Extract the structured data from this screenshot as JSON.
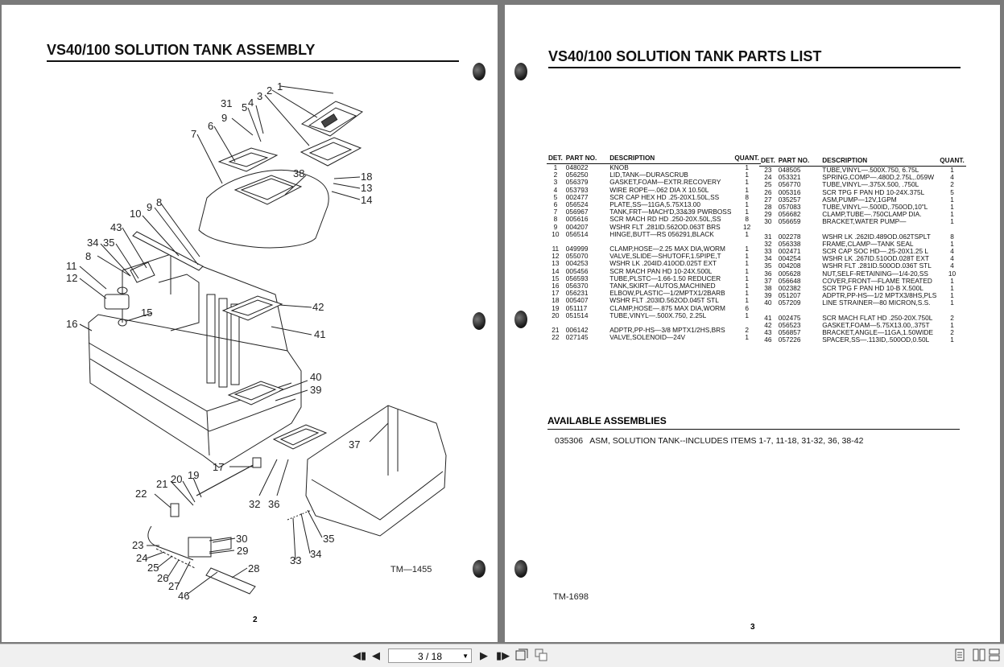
{
  "left_page": {
    "title": "VS40/100 SOLUTION TANK ASSEMBLY",
    "tm_code": "TM—1455",
    "page_number": "2",
    "callouts": [
      "1",
      "2",
      "3",
      "31",
      "5",
      "4",
      "9",
      "6",
      "7",
      "38",
      "18",
      "13",
      "14",
      "43",
      "10",
      "9",
      "8",
      "34",
      "35",
      "8",
      "11",
      "12",
      "15",
      "16",
      "42",
      "41",
      "40",
      "39",
      "37",
      "17",
      "21",
      "20",
      "19",
      "22",
      "32",
      "36",
      "30",
      "23",
      "29",
      "24",
      "25",
      "28",
      "26",
      "27",
      "46",
      "35",
      "34",
      "33"
    ]
  },
  "right_page": {
    "title": "VS40/100 SOLUTION TANK PARTS LIST",
    "headers": {
      "det": "DET.",
      "part": "PART NO.",
      "desc": "DESCRIPTION",
      "quant": "QUANT."
    },
    "parts_left": [
      [
        "1",
        "048022",
        "KNOB",
        "1"
      ],
      [
        "2",
        "056250",
        "LID,TANK—DURASCRUB",
        "1"
      ],
      [
        "3",
        "056379",
        "GASKET,FOAM—EXTR.RECOVERY",
        "1"
      ],
      [
        "4",
        "053793",
        "WIRE ROPE—.062 DIA X 10.50L",
        "1"
      ],
      [
        "5",
        "002477",
        "SCR CAP HEX HD .25-20X1.50L,SS",
        "8"
      ],
      [
        "6",
        "056524",
        "PLATE,SS—11GA,5.75X13.00",
        "1"
      ],
      [
        "7",
        "056967",
        "TANK,FRT—MACH'D,33&39 PWRBOSS",
        "1"
      ],
      [
        "8",
        "005616",
        "SCR MACH RD HD .250-20X.50L,SS",
        "8"
      ],
      [
        "9",
        "004207",
        "WSHR FLT .281ID.562OD.063T BRS",
        "12"
      ],
      [
        "10",
        "056514",
        "HINGE,BUTT—RS 056291,BLACK",
        "1"
      ],
      [
        "",
        "",
        "",
        ""
      ],
      [
        "11",
        "049999",
        "CLAMP,HOSE—2.25 MAX DIA,WORM",
        "1"
      ],
      [
        "12",
        "055070",
        "VALVE,SLIDE—SHUTOFF,1.5PIPE,T",
        "1"
      ],
      [
        "13",
        "004253",
        "WSHR LK .204ID.410OD.025T EXT",
        "1"
      ],
      [
        "14",
        "005456",
        "SCR MACH PAN HD 10-24X.500L",
        "1"
      ],
      [
        "15",
        "056593",
        "TUBE,PLSTC—1.66-1.50 REDUCER",
        "1"
      ],
      [
        "16",
        "056370",
        "TANK,SKIRT—AUTOS,MACHINED",
        "1"
      ],
      [
        "17",
        "056231",
        "ELBOW,PLASTIC—1/2MPTX1/2BARB",
        "1"
      ],
      [
        "18",
        "005407",
        "WSHR FLT .203ID.562OD.045T STL",
        "1"
      ],
      [
        "19",
        "051117",
        "CLAMP,HOSE—.875 MAX DIA,WORM",
        "6"
      ],
      [
        "20",
        "051514",
        "TUBE,VINYL—.500X.750, 2.25L",
        "1"
      ],
      [
        "",
        "",
        "",
        ""
      ],
      [
        "21",
        "006142",
        "ADPTR,PP-HS—3/8 MPTX1/2HS,BRS",
        "2"
      ],
      [
        "22",
        "027145",
        "VALVE,SOLENOID—24V",
        "1"
      ]
    ],
    "parts_right": [
      [
        "23",
        "048505",
        "TUBE,VINYL—.500X.750, 6.75L",
        "1"
      ],
      [
        "24",
        "053321",
        "SPRING,COMP—.480D,2.75L,.059W",
        "4"
      ],
      [
        "25",
        "056770",
        "TUBE,VINYL—.375X.500, .750L",
        "2"
      ],
      [
        "26",
        "005316",
        "SCR TPG F PAN HD 10-24X.375L",
        "5"
      ],
      [
        "27",
        "035257",
        "ASM,PUMP—12V,1GPM",
        "1"
      ],
      [
        "28",
        "057083",
        "TUBE,VINYL—.500ID,.750OD,10\"L",
        "1"
      ],
      [
        "29",
        "056682",
        "CLAMP,TUBE—.750CLAMP DIA.",
        "1"
      ],
      [
        "30",
        "056659",
        "BRACKET,WATER PUMP—",
        "1"
      ],
      [
        "",
        "",
        "",
        ""
      ],
      [
        "31",
        "002278",
        "WSHR LK .262ID.489OD.062TSPLT",
        "8"
      ],
      [
        "32",
        "056338",
        "FRAME,CLAMP—TANK SEAL",
        "1"
      ],
      [
        "33",
        "002471",
        "SCR CAP SOC HD—.25-20X1.25 L",
        "4"
      ],
      [
        "34",
        "004254",
        "WSHR LK .267ID.510OD.028T EXT",
        "4"
      ],
      [
        "35",
        "004208",
        "WSHR FLT .281ID.500OD.036T STL",
        "4"
      ],
      [
        "36",
        "005628",
        "NUT,SELF-RETAINING—1/4-20,SS",
        "10"
      ],
      [
        "37",
        "056648",
        "COVER,FRONT—FLAME TREATED",
        "1"
      ],
      [
        "38",
        "002382",
        "SCR TPG F PAN HD 10-B X.500L",
        "1"
      ],
      [
        "39",
        "051207",
        "ADPTR,PP-HS—1/2 MPTX3/8HS,PLS",
        "1"
      ],
      [
        "40",
        "057209",
        "LINE STRAINER—80 MICRON,S.S.",
        "1"
      ],
      [
        "",
        "",
        "",
        ""
      ],
      [
        "41",
        "002475",
        "SCR MACH FLAT HD .250-20X.750L",
        "2"
      ],
      [
        "42",
        "056523",
        "GASKET,FOAM—5.75X13.00,.375T",
        "1"
      ],
      [
        "43",
        "056857",
        "BRACKET,ANGLE—11GA,1.50WIDE",
        "2"
      ],
      [
        "46",
        "057226",
        "SPACER,SS—.113ID,.500OD,0.50L",
        "1"
      ]
    ],
    "assemblies_heading": "AVAILABLE ASSEMBLIES",
    "assemblies_text": "035306   ASM, SOLUTION TANK--INCLUDES ITEMS 1-7, 11-18, 31-32, 36, 38-42",
    "tm_code": "TM-1698",
    "page_number": "3"
  },
  "toolbar": {
    "page_indicator": "3 / 18",
    "icons": [
      "first-page-icon",
      "prev-page-icon",
      "next-page-icon",
      "last-page-icon",
      "fit-page-icon",
      "two-page-icon",
      "single-page-view-icon",
      "double-page-view-icon",
      "continuous-view-icon"
    ]
  }
}
